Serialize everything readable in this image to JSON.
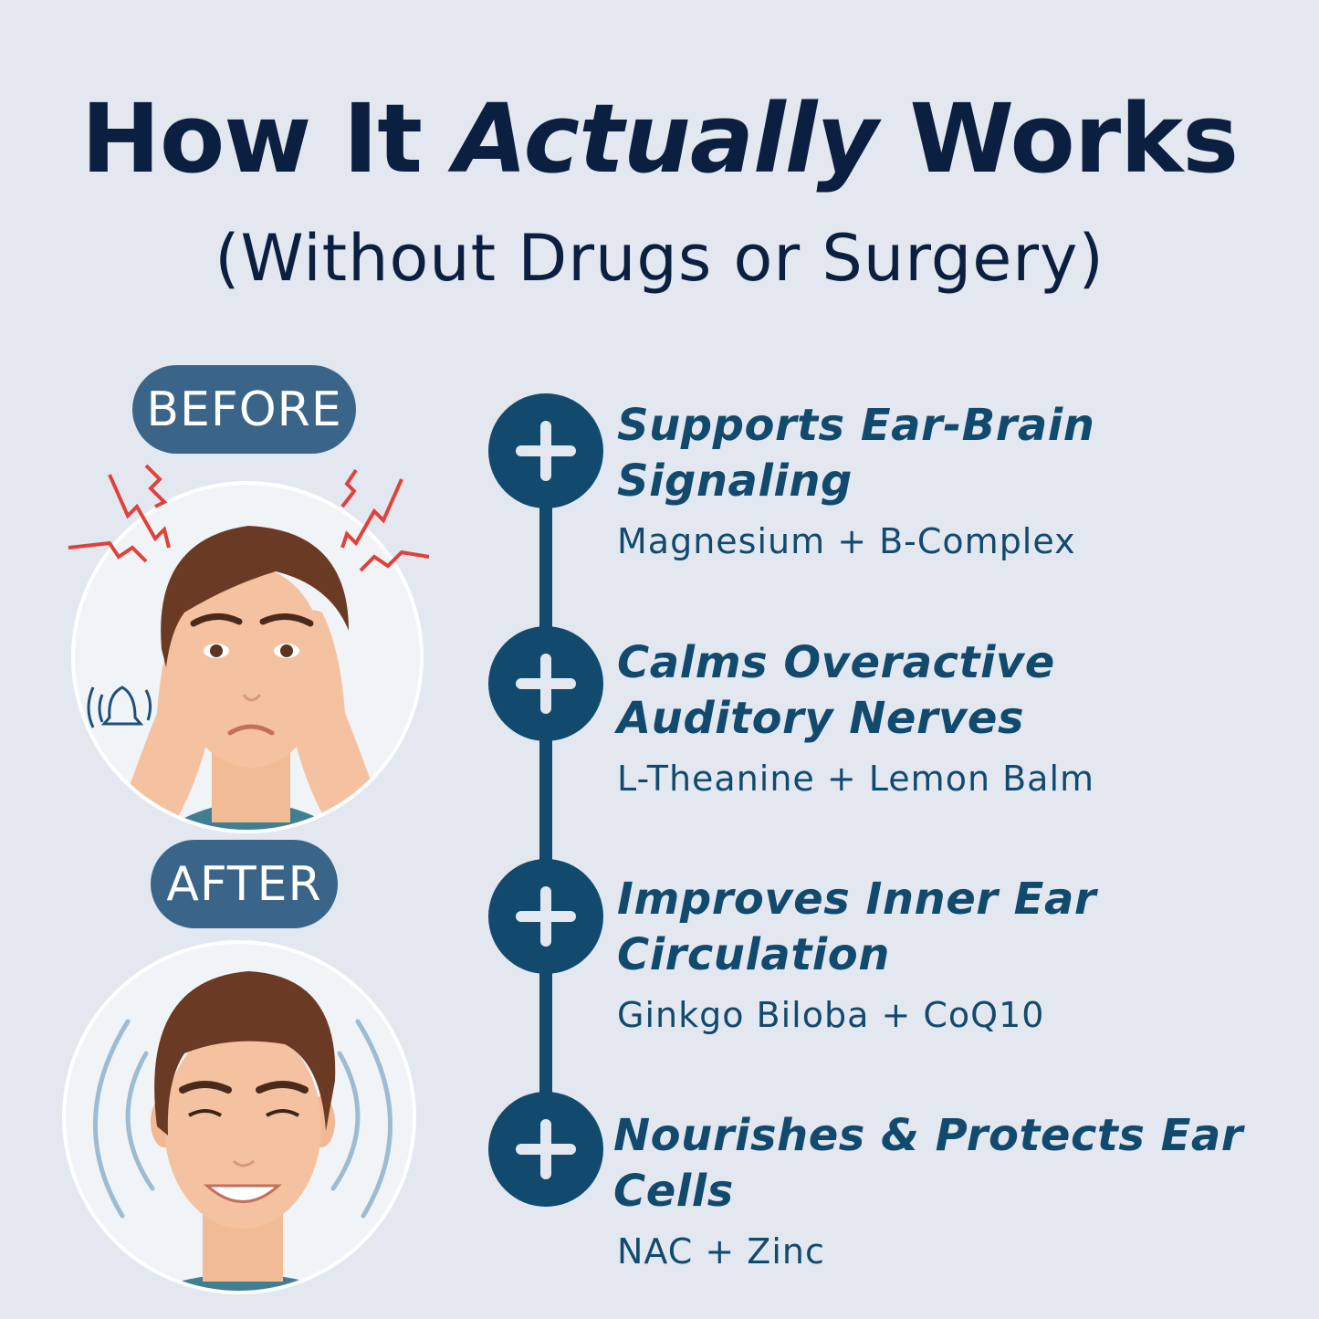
{
  "header": {
    "title_part1": "How It ",
    "title_emphasis": "Actually",
    "title_part2": " Works",
    "subtitle": "(Without Drugs or Surgery)"
  },
  "comparison": {
    "before_label": "BEFORE",
    "after_label": "AFTER",
    "before_icon": "stressed-face-illustration",
    "after_icon": "happy-face-illustration"
  },
  "colors": {
    "background": "#e3e8f0",
    "title": "#0b1f40",
    "accent": "#124a6e",
    "pill": "#3a6589",
    "zap": "#e0413a",
    "sound_wave": "#9dbcd4"
  },
  "steps": [
    {
      "icon": "plus-icon",
      "title": "Supports Ear-Brain Signaling",
      "title_line1": "Supports Ear-Brain",
      "title_line2": "Signaling",
      "ingredients": "Magnesium + B-Complex"
    },
    {
      "icon": "plus-icon",
      "title": "Calms Overactive Auditory Nerves",
      "title_line1": "Calms Overactive",
      "title_line2": "Auditory Nerves",
      "ingredients": "L-Theanine + Lemon Balm"
    },
    {
      "icon": "plus-icon",
      "title": "Improves Inner Ear Circulation",
      "title_line1": "Improves Inner Ear",
      "title_line2": "Circulation",
      "ingredients": "Ginkgo Biloba + CoQ10"
    },
    {
      "icon": "plus-icon",
      "title": "Nourishes & Protects Ear Cells",
      "title_line1": "Nourishes & Protects Ear",
      "title_line2": "Cells",
      "ingredients": "NAC + Zinc"
    }
  ]
}
